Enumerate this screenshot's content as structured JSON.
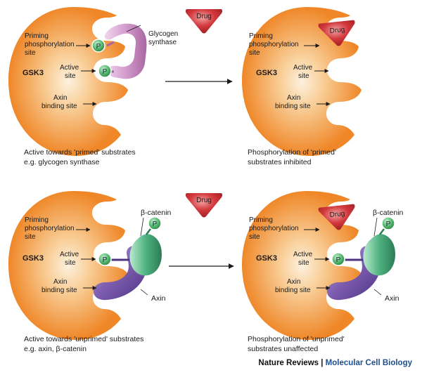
{
  "drug_label": "Drug",
  "enzyme_label": "GSK3",
  "phospho_label": "P",
  "site_labels": {
    "priming_line1": "Priming",
    "priming_line2": "phosphorylation",
    "priming_line3": "site",
    "active_line1": "Active",
    "active_line2": "site",
    "axin_line1": "Axin",
    "axin_line2": "binding site"
  },
  "substrates": {
    "glycogen_line1": "Glycogen",
    "glycogen_line2": "synthase",
    "beta_catenin": "β-catenin",
    "axin": "Axin"
  },
  "captions": {
    "top_left_line1": "Active towards 'primed' substrates",
    "top_left_line2": "e.g. glycogen synthase",
    "top_right_line1": "Phosphorylation of 'primed'",
    "top_right_line2": "substrates inhibited",
    "bottom_left_line1": "Active towards 'unprimed' substrates",
    "bottom_left_line2": "e.g. axin, β-catenin",
    "bottom_right_line1": "Phosphorylation of 'unprimed'",
    "bottom_right_line2": "substrates unaffected"
  },
  "credit": {
    "publisher": "Nature Reviews",
    "separator": "|",
    "journal": "Molecular Cell Biology"
  },
  "colors": {
    "enzyme": "#f08a2c",
    "enzyme_core": "#fde6c4",
    "drug": "#c5292e",
    "phosphate": "#3aa85a",
    "glycogen_synthase": "#c98fc4",
    "axin": "#7a5aa6",
    "beta_catenin": "#3f9d6e",
    "journal_text": "#1f4f8f"
  }
}
